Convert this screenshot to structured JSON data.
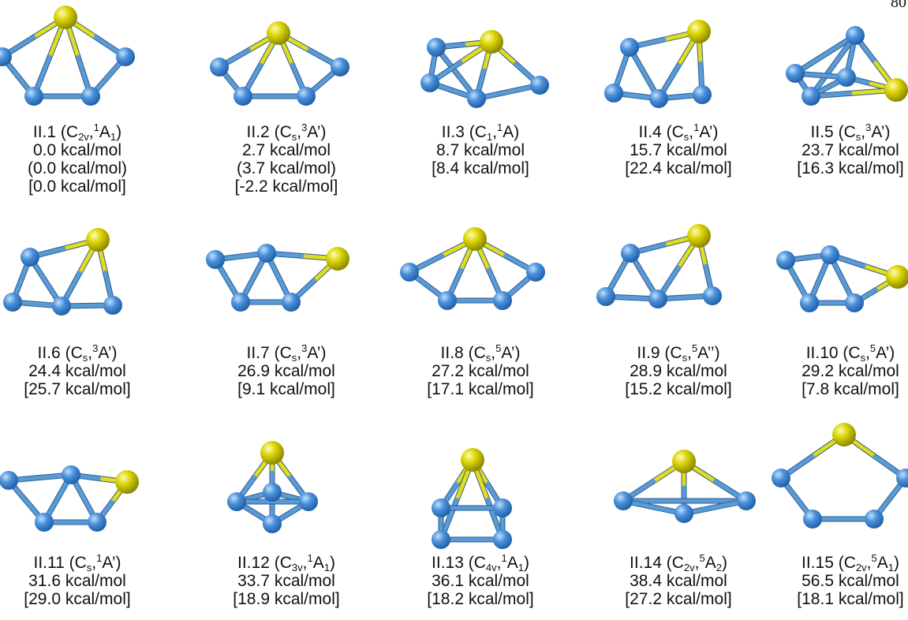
{
  "page_number": "80",
  "structures": [
    {
      "label": "II.1",
      "pg": "C",
      "pg_sub": "2v",
      "mult": "1",
      "term": "A",
      "term_sub": "1",
      "prime": "",
      "lines": [
        "0.0 kcal/mol",
        "(0.0 kcal/mol)",
        "[0.0 kcal/mol]"
      ]
    },
    {
      "label": "II.2",
      "pg": "C",
      "pg_sub": "s",
      "mult": "3",
      "term": "A",
      "term_sub": "",
      "prime": "’",
      "lines": [
        "2.7 kcal/mol",
        "(3.7 kcal/mol)",
        "[-2.2 kcal/mol]"
      ]
    },
    {
      "label": "II.3",
      "pg": "C",
      "pg_sub": "1",
      "mult": "1",
      "term": "A",
      "term_sub": "",
      "prime": "",
      "lines": [
        "8.7 kcal/mol",
        "[8.4 kcal/mol]"
      ]
    },
    {
      "label": "II.4",
      "pg": "C",
      "pg_sub": "s",
      "mult": "1",
      "term": "A",
      "term_sub": "",
      "prime": "’",
      "lines": [
        "15.7 kcal/mol",
        "[22.4 kcal/mol]"
      ]
    },
    {
      "label": "II.5",
      "pg": "C",
      "pg_sub": "s",
      "mult": "3",
      "term": "A",
      "term_sub": "",
      "prime": "’",
      "lines": [
        "23.7 kcal/mol",
        "[16.3 kcal/mol]"
      ]
    },
    {
      "label": "II.6",
      "pg": "C",
      "pg_sub": "s",
      "mult": "3",
      "term": "A",
      "term_sub": "",
      "prime": "’",
      "lines": [
        "24.4 kcal/mol",
        "[25.7 kcal/mol]"
      ]
    },
    {
      "label": "II.7",
      "pg": "C",
      "pg_sub": "s",
      "mult": "3",
      "term": "A",
      "term_sub": "",
      "prime": "’",
      "lines": [
        "26.9 kcal/mol",
        "[9.1 kcal/mol]"
      ]
    },
    {
      "label": "II.8",
      "pg": "C",
      "pg_sub": "s",
      "mult": "5",
      "term": "A",
      "term_sub": "",
      "prime": "’",
      "lines": [
        "27.2 kcal/mol",
        "[17.1 kcal/mol]"
      ]
    },
    {
      "label": "II.9",
      "pg": "C",
      "pg_sub": "s",
      "mult": "5",
      "term": "A",
      "term_sub": "",
      "prime": "’’",
      "lines": [
        "28.9 kcal/mol",
        "[15.2 kcal/mol]"
      ]
    },
    {
      "label": "II.10",
      "pg": "C",
      "pg_sub": "s",
      "mult": "5",
      "term": "A",
      "term_sub": "",
      "prime": "’",
      "lines": [
        "29.2 kcal/mol",
        "[7.8 kcal/mol]"
      ]
    },
    {
      "label": "II.11",
      "pg": "C",
      "pg_sub": "s",
      "mult": "1",
      "term": "A",
      "term_sub": "",
      "prime": "’",
      "lines": [
        "31.6 kcal/mol",
        "[29.0 kcal/mol]"
      ]
    },
    {
      "label": "II.12",
      "pg": "C",
      "pg_sub": "3v",
      "mult": "1",
      "term": "A",
      "term_sub": "1",
      "prime": "",
      "lines": [
        "33.7 kcal/mol",
        "[18.9 kcal/mol]"
      ]
    },
    {
      "label": "II.13",
      "pg": "C",
      "pg_sub": "4v",
      "mult": "1",
      "term": "A",
      "term_sub": "1",
      "prime": "",
      "lines": [
        "36.1 kcal/mol",
        "[18.2 kcal/mol]"
      ]
    },
    {
      "label": "II.14",
      "pg": "C",
      "pg_sub": "2v",
      "mult": "5",
      "term": "A",
      "term_sub": "2",
      "prime": "",
      "lines": [
        "38.4 kcal/mol",
        "[27.2 kcal/mol]"
      ]
    },
    {
      "label": "II.15",
      "pg": "C",
      "pg_sub": "2v",
      "mult": "5",
      "term": "A",
      "term_sub": "1",
      "prime": "",
      "lines": [
        "56.5 kcal/mol",
        "[18.1 kcal/mol]"
      ]
    }
  ],
  "colors": {
    "metal_atom": "#4a90d9",
    "dopant_atom": "#d8d200",
    "metal_bond": "#5b9bd5",
    "dopant_bond": "#e2dc1c"
  }
}
